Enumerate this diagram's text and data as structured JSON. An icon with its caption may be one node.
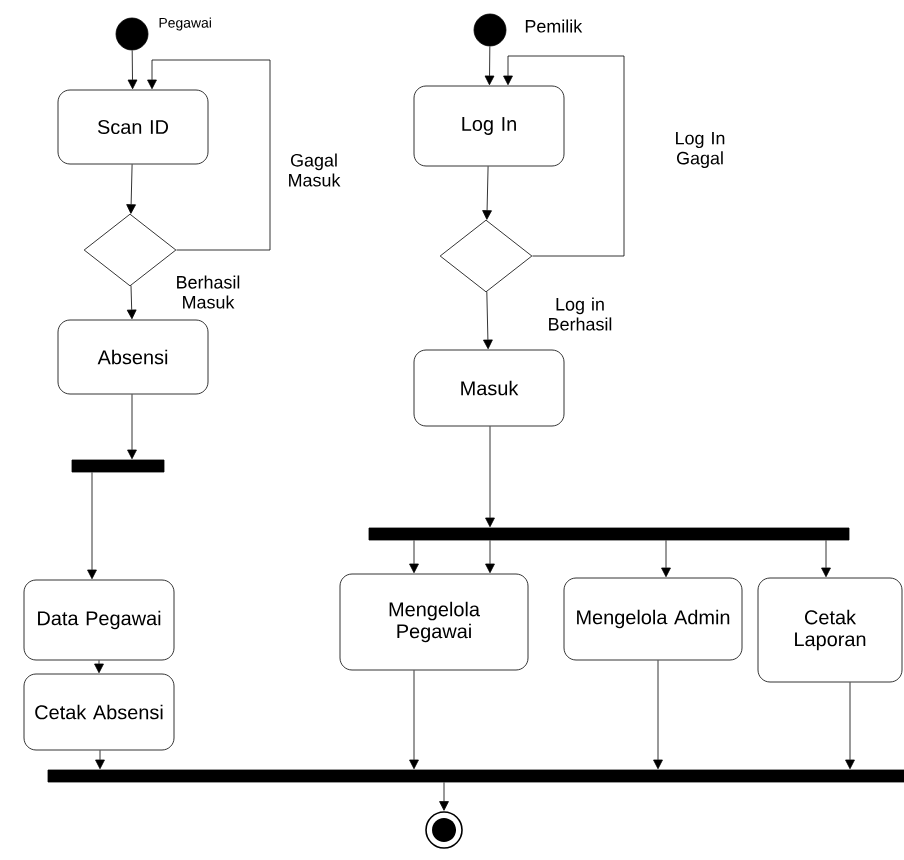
{
  "diagram": {
    "nodes": [
      {
        "text": [],
        "shape": "circle",
        "beside": [
          "Pegawai"
        ]
      },
      {
        "text": [
          "Scan ID"
        ]
      },
      {
        "text": [],
        "shape": "diamond"
      },
      {
        "text": [
          "Absensi"
        ]
      },
      {
        "text": [],
        "shape": "bar"
      },
      {
        "text": [
          "Data Pegawai"
        ]
      },
      {
        "text": [
          "Cetak Absensi"
        ]
      },
      {
        "text": [],
        "shape": "circle",
        "beside": [
          "Pemilik"
        ]
      },
      {
        "text": [
          "Log In"
        ]
      },
      {
        "text": [],
        "shape": "diamond"
      },
      {
        "text": [
          "Masuk"
        ]
      },
      {
        "text": [],
        "shape": "bar"
      },
      {
        "text": [
          "Mengelola Pegawai"
        ]
      },
      {
        "text": [
          "Mengelola Admin"
        ]
      },
      {
        "text": [
          "Cetak Laporan"
        ]
      },
      {
        "text": [],
        "shape": "bar"
      },
      {
        "text": [],
        "shape": "bullseye"
      }
    ],
    "edges": [
      {
        "from": 0,
        "to": 1,
        "arrow": "to"
      },
      {
        "from": 1,
        "to": 2,
        "arrow": "to"
      },
      {
        "from": 2,
        "to": 1,
        "arrow": "to",
        "label": "Gagal Masuk"
      },
      {
        "from": 2,
        "to": 3,
        "arrow": "to",
        "label": "Berhasil Masuk"
      },
      {
        "from": 3,
        "to": 4,
        "arrow": "to"
      },
      {
        "from": 4,
        "to": 5,
        "arrow": "to"
      },
      {
        "from": 5,
        "to": 6,
        "arrow": "to"
      },
      {
        "from": 6,
        "to": 15,
        "arrow": "to"
      },
      {
        "from": 7,
        "to": 8,
        "arrow": "to"
      },
      {
        "from": 8,
        "to": 9,
        "arrow": "to"
      },
      {
        "from": 9,
        "to": 8,
        "arrow": "to",
        "label": "Log In Gagal"
      },
      {
        "from": 9,
        "to": 10,
        "arrow": "to",
        "label": "Log in Berhasil"
      },
      {
        "from": 10,
        "to": 11,
        "arrow": "to"
      },
      {
        "from": 11,
        "to": 12,
        "arrow": "to"
      },
      {
        "from": 11,
        "to": 12,
        "arrow": "to"
      },
      {
        "from": 11,
        "to": 13,
        "arrow": "to"
      },
      {
        "from": 11,
        "to": 14,
        "arrow": "to"
      },
      {
        "from": 12,
        "to": 15,
        "arrow": "to"
      },
      {
        "from": 13,
        "to": 15,
        "arrow": "to"
      },
      {
        "from": 14,
        "to": 15,
        "arrow": "to"
      },
      {
        "from": 15,
        "to": 16,
        "arrow": "to"
      }
    ]
  }
}
